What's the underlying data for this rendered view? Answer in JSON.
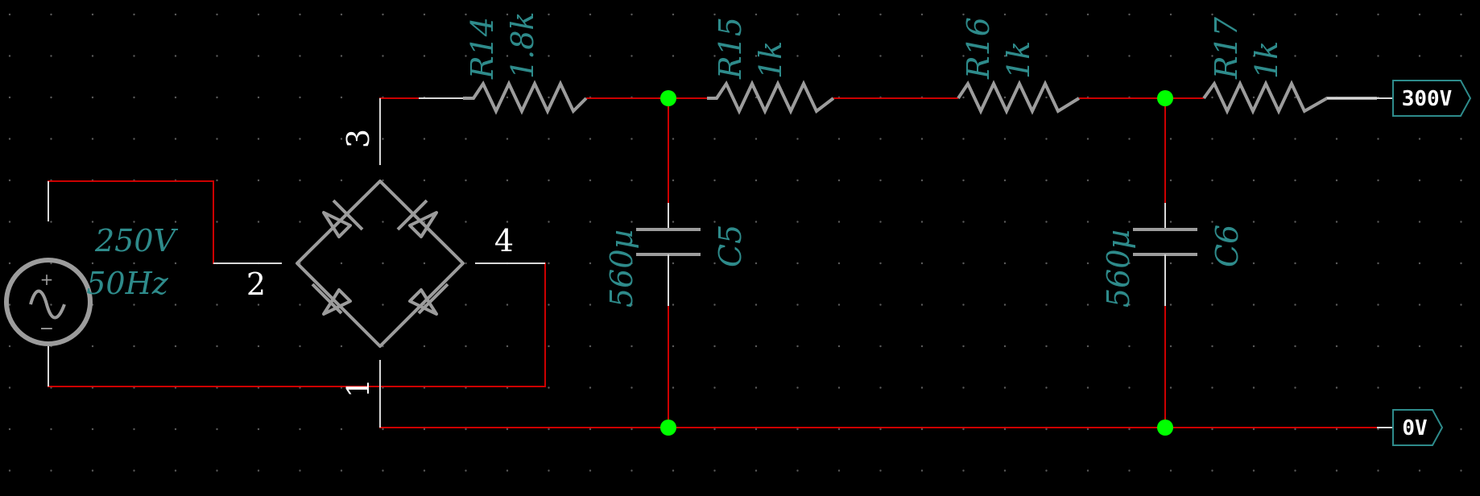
{
  "colors": {
    "background": "#000000",
    "grid_dot": "#5a5a5a",
    "wire": "#cc0000",
    "component": "#9c9c9c",
    "pin_wire": "#d8d8d8",
    "label": "#2e8b8b",
    "junction": "#00ff00",
    "net_label": "#ffffff",
    "net_label_border": "#2e8b8b"
  },
  "source": {
    "voltage": "250V",
    "frequency": "50Hz",
    "plus": "+",
    "minus": "−",
    "icon": "ac-sine-icon"
  },
  "bridge": {
    "pins": [
      "1",
      "2",
      "3",
      "4"
    ]
  },
  "resistors": [
    {
      "ref": "R14",
      "value": "1.8k"
    },
    {
      "ref": "R15",
      "value": "1k"
    },
    {
      "ref": "R16",
      "value": "1k"
    },
    {
      "ref": "R17",
      "value": "1k"
    }
  ],
  "capacitors": [
    {
      "ref": "C5",
      "value": "560µ"
    },
    {
      "ref": "C6",
      "value": "560µ"
    }
  ],
  "net_labels": {
    "top": "300V",
    "bottom": "0V"
  }
}
